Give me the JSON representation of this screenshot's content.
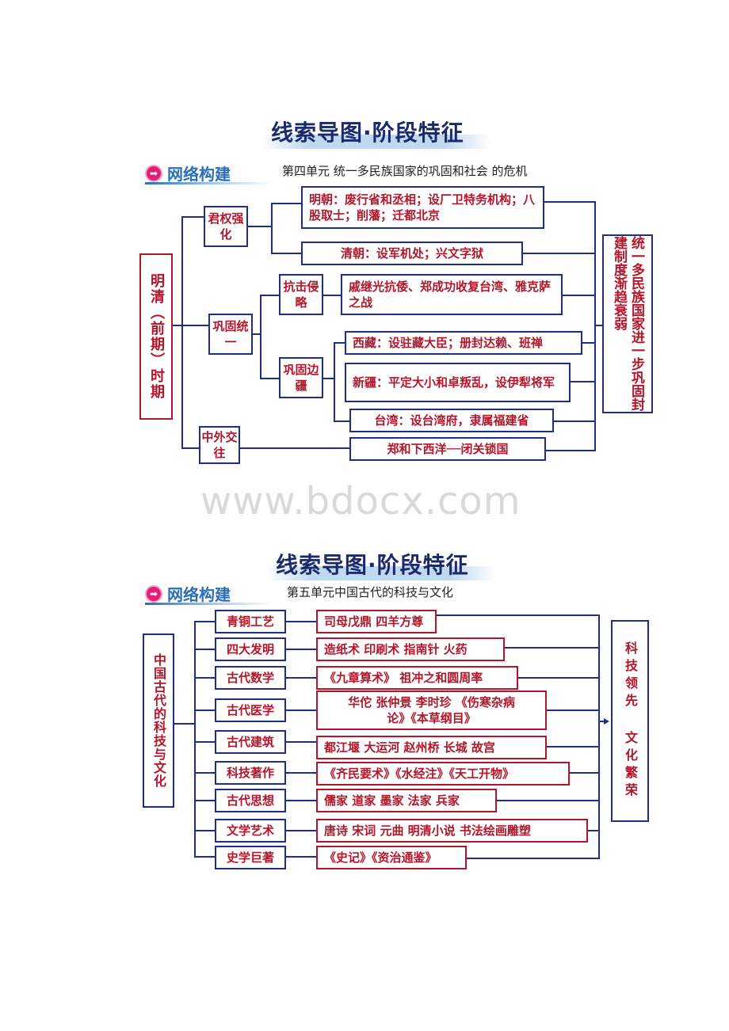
{
  "diagram1": {
    "title": "线索导图·阶段特征",
    "badge": "网络构建",
    "subtitle": "第四单元  统一多民族国家的巩固和社会 的危机",
    "root": "明清（前期）时期",
    "categories": [
      "君权强化",
      "巩固统一",
      "中外交往"
    ],
    "subcategories": [
      "抗击侵略",
      "巩固边疆"
    ],
    "items": [
      "明朝：废行省和丞相；设厂卫特务机构；八股取士；削藩；迁都北京",
      "清朝：设军机处；兴文字狱",
      "戚继光抗倭、郑成功收复台湾、雅克萨之战",
      "西藏：设驻藏大臣；册封达赖、班禅",
      "新疆：平定大小和卓叛乱，设伊犁将军",
      "台湾：设台湾府，隶属福建省",
      "郑和下西洋──闭关锁国"
    ],
    "conclusion": "统一多民族国家进一步巩固封建制度渐趋衰弱"
  },
  "watermark": "www.bdocx.com",
  "diagram2": {
    "title": "线索导图·阶段特征",
    "badge": "网络构建",
    "subtitle": "第五单元中国古代的科技与文化",
    "root": "中国古代的科技与文化",
    "rows": [
      {
        "category": "青铜工艺",
        "content": "司母戊鼎 四羊方尊"
      },
      {
        "category": "四大发明",
        "content": "造纸术 印刷术 指南针 火药"
      },
      {
        "category": "古代数学",
        "content": "《九章算术》 祖冲之和圆周率"
      },
      {
        "category": "古代医学",
        "content": "华佗 张仲景 李时珍 《伤寒杂病论》《本草纲目》"
      },
      {
        "category": "古代建筑",
        "content": "都江堰 大运河 赵州桥 长城  故宫"
      },
      {
        "category": "科技著作",
        "content": "《齐民要术》《水经注》《天工开物》"
      },
      {
        "category": "古代思想",
        "content": "儒家 道家 墨家 法家 兵家"
      },
      {
        "category": "文学艺术",
        "content": "唐诗 宋词 元曲 明清小说 书法绘画雕塑"
      },
      {
        "category": "史学巨著",
        "content": "《史记》《资治通鉴》"
      }
    ],
    "conclusion": "科技领先  文化繁荣"
  }
}
